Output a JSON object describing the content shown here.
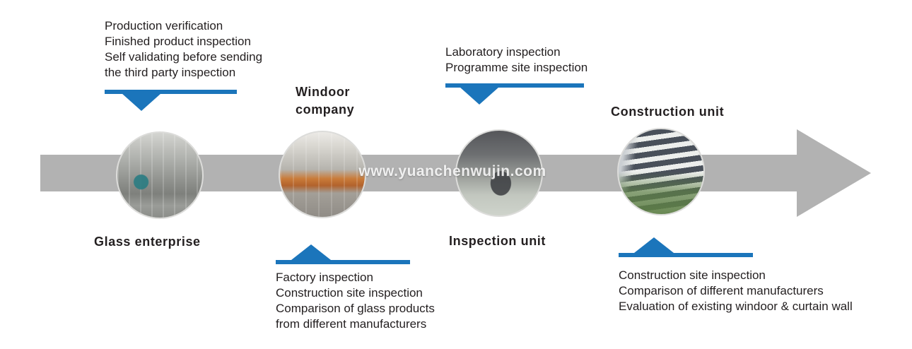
{
  "watermark": "www.yuanchenwujin.com",
  "colors": {
    "accent_blue": "#1b75bb",
    "arrow_gray": "#b2b2b2",
    "text": "#231f20"
  },
  "stages": [
    {
      "label": "Glass enterprise",
      "photo": "glass-factory-interior-photo",
      "annotation": {
        "position": "above",
        "lines": [
          "Production verification",
          "Finished product inspection",
          "Self validating before sending",
          "the third party inspection"
        ]
      }
    },
    {
      "label": "Windoor company",
      "label_lines": [
        "Windoor",
        "company"
      ],
      "photo": "windoor-factory-interior-photo",
      "annotation": {
        "position": "below",
        "lines": [
          "Factory inspection",
          "Construction site inspection",
          "Comparison of glass products",
          "from different manufacturers"
        ]
      }
    },
    {
      "label": "Inspection unit",
      "photo": "inspection-lab-interior-photo",
      "annotation": {
        "position": "above",
        "lines": [
          "Laboratory inspection",
          "Programme site inspection"
        ]
      }
    },
    {
      "label": "Construction unit",
      "photo": "construction-building-exterior-photo",
      "annotation": {
        "position": "below",
        "lines": [
          "Construction site inspection",
          "Comparison of different manufacturers",
          "Evaluation of existing windoor & curtain wall"
        ]
      }
    }
  ]
}
